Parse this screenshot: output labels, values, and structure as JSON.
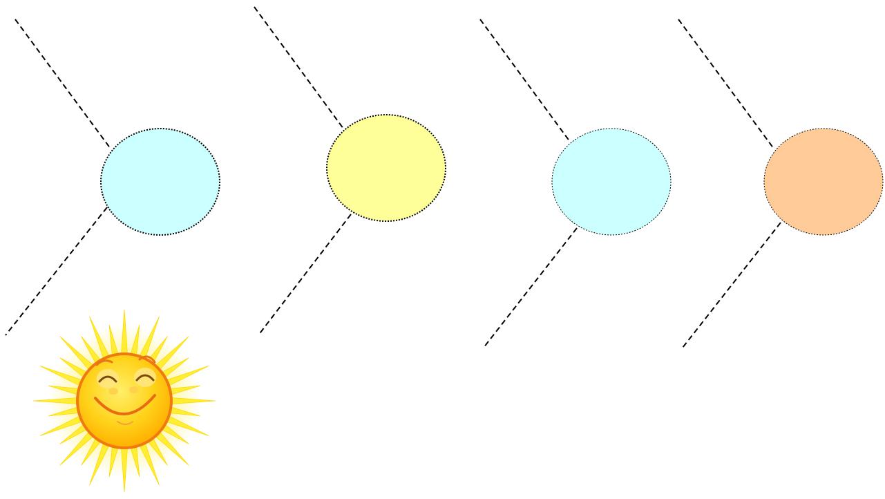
{
  "slide": {
    "background": "#ffffff",
    "line_color": "#000000",
    "chevrons": [
      {
        "name": "chevron-1",
        "fill": "#ccffff"
      },
      {
        "name": "chevron-2",
        "fill": "#ffff99"
      },
      {
        "name": "chevron-3",
        "fill": "#ccffff"
      },
      {
        "name": "chevron-4",
        "fill": "#ffcc99"
      }
    ],
    "sun": {
      "icon": "smiling-sun-icon",
      "ray_color": "#ffee33",
      "face_color": "#ffcc00",
      "outline_color": "#ff8800"
    }
  }
}
